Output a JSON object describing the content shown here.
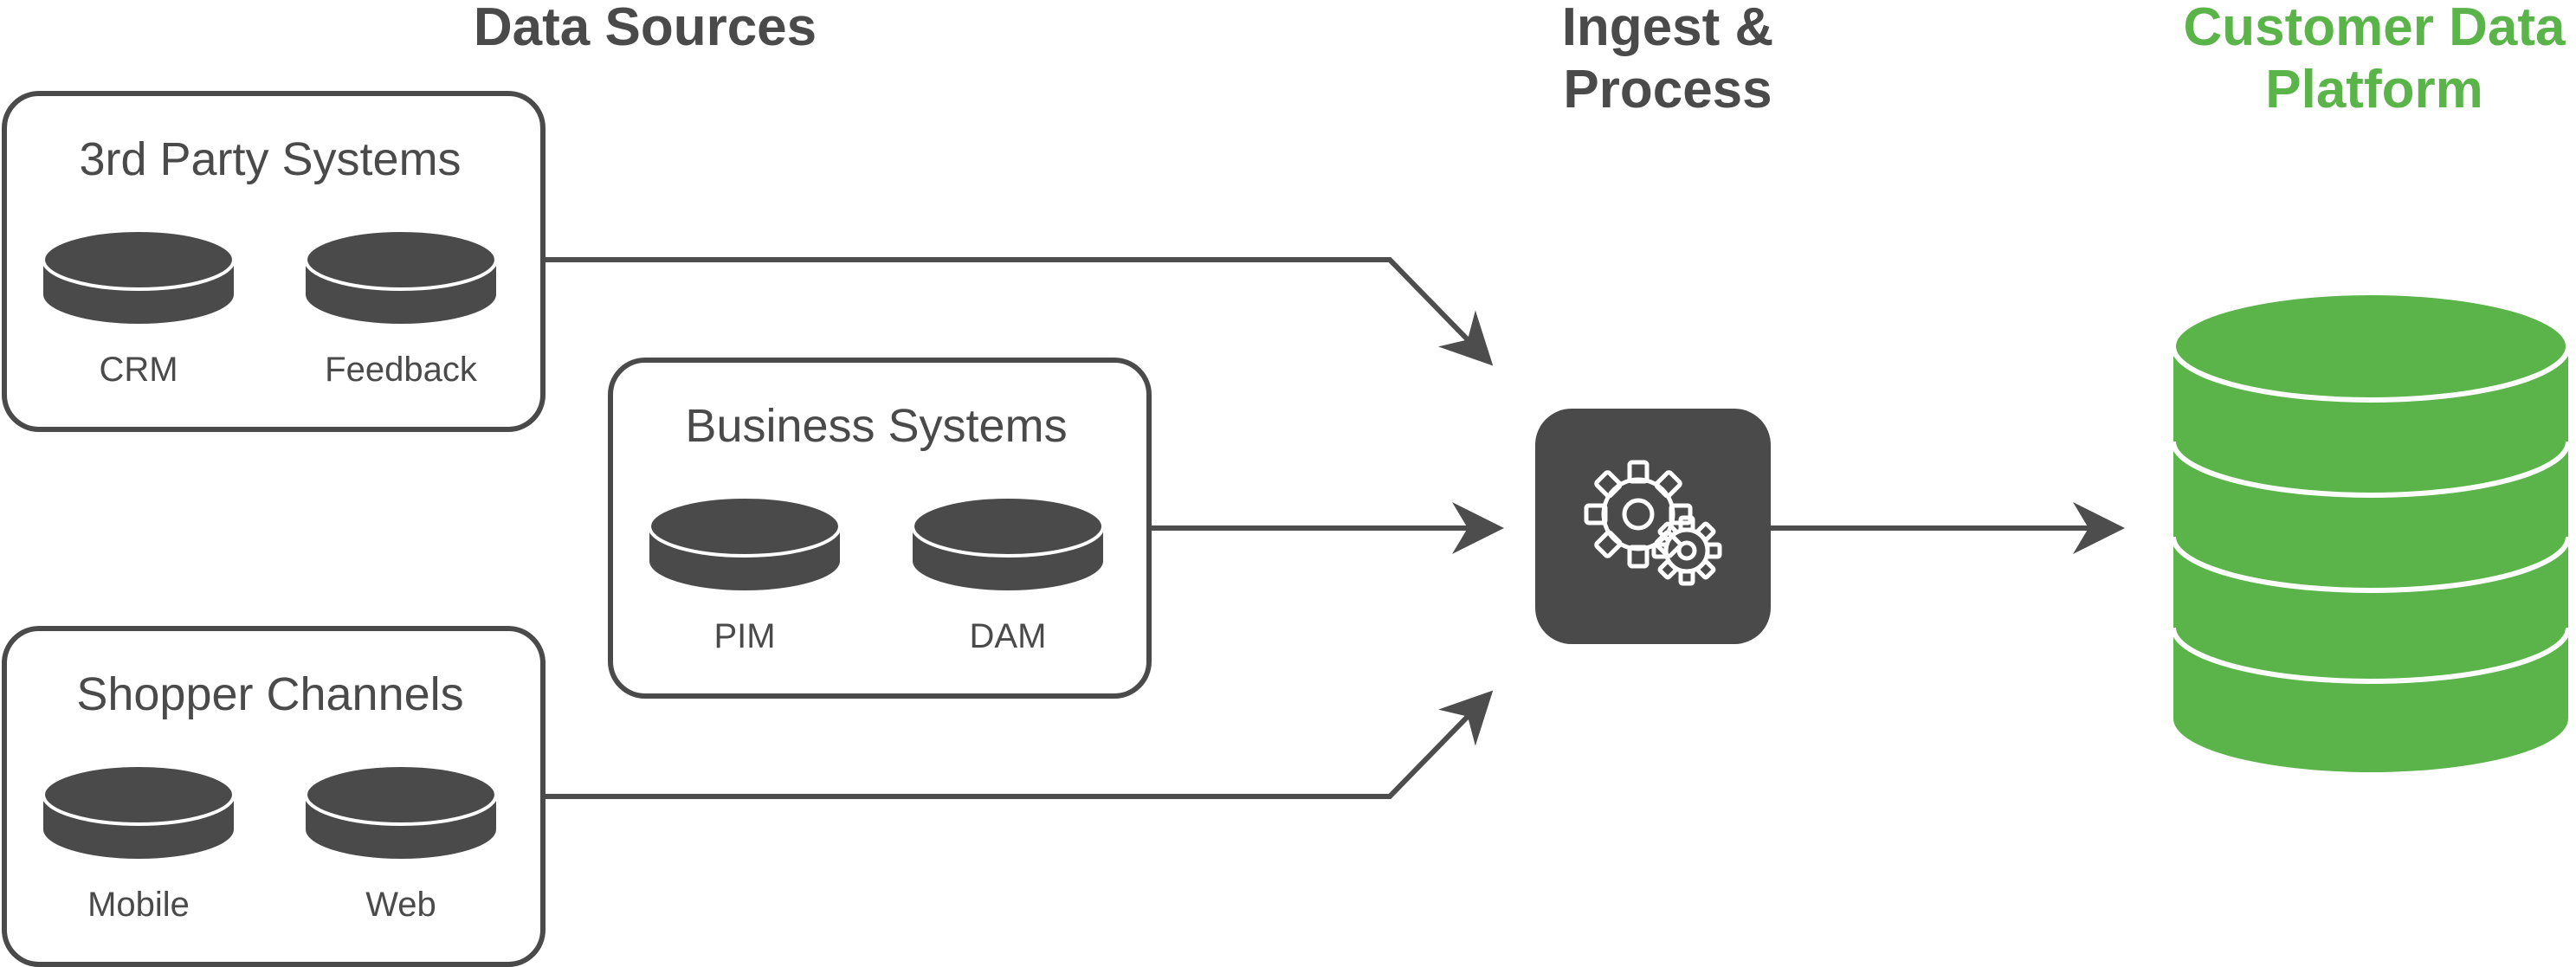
{
  "colors": {
    "dark": "#4a4a4a",
    "line": "#4d4d4d",
    "accent_green": "#5ab44a",
    "white": "#ffffff"
  },
  "headings": {
    "data_sources": "Data Sources",
    "ingest_line1": "Ingest &",
    "ingest_line2": "Process",
    "cdp_line1": "Customer Data",
    "cdp_line2": "Platform"
  },
  "groups": {
    "third_party": {
      "title": "3rd Party Systems",
      "db_left": "CRM",
      "db_right": "Feedback"
    },
    "business": {
      "title": "Business Systems",
      "db_left": "PIM",
      "db_right": "DAM"
    },
    "shopper": {
      "title": "Shopper Channels",
      "db_left": "Mobile",
      "db_right": "Web"
    }
  },
  "icons": {
    "processor": "gears-icon",
    "database": "database-icon",
    "arrow": "arrow-right-icon"
  }
}
